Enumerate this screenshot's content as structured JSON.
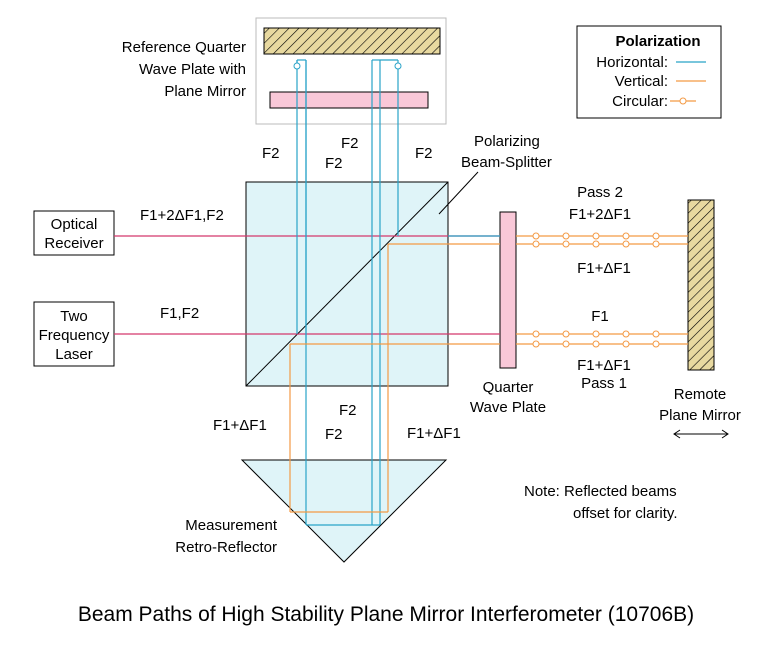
{
  "title": "Beam Paths of High Stability Plane Mirror Interferometer (10706B)",
  "colors": {
    "horizontal": "#29a3c8",
    "vertical": "#f39a45",
    "laser": "#d4386c",
    "cube_fill": "#dff4f8",
    "qwp_fill": "#f9c8d8",
    "mirror_hatch": "#e8d9a0"
  },
  "labels": {
    "ref_qwp_1": "Reference Quarter",
    "ref_qwp_2": "Wave Plate with",
    "ref_qwp_3": "Plane Mirror",
    "pbs_1": "Polarizing",
    "pbs_2": "Beam-Splitter",
    "receiver_1": "Optical",
    "receiver_2": "Receiver",
    "laser_1": "Two",
    "laser_2": "Frequency",
    "laser_3": "Laser",
    "qwp_1": "Quarter",
    "qwp_2": "Wave Plate",
    "remote_1": "Remote",
    "remote_2": "Plane Mirror",
    "retro_1": "Measurement",
    "retro_2": "Retro-Reflector",
    "note_1": "Note: Reflected beams",
    "note_2": "offset for clarity."
  },
  "legend": {
    "title": "Polarization",
    "horizontal": "Horizontal:",
    "vertical": "Vertical:",
    "circular": "Circular:"
  },
  "beams": {
    "f2_a": "F2",
    "f2_b": "F2",
    "f2_c": "F2",
    "f2_d": "F2",
    "receiver_beam": "F1+2ΔF1,F2",
    "laser_beam": "F1,F2",
    "pass2": "Pass 2",
    "pass2_out": "F1+2ΔF1",
    "pass2_back": "F1+ΔF1",
    "pass1_out": "F1",
    "pass1_back": "F1+ΔF1",
    "pass1": "Pass 1",
    "bottom_left": "F1+ΔF1",
    "bottom_f2_a": "F2",
    "bottom_f2_b": "F2",
    "bottom_right": "F1+ΔF1"
  }
}
